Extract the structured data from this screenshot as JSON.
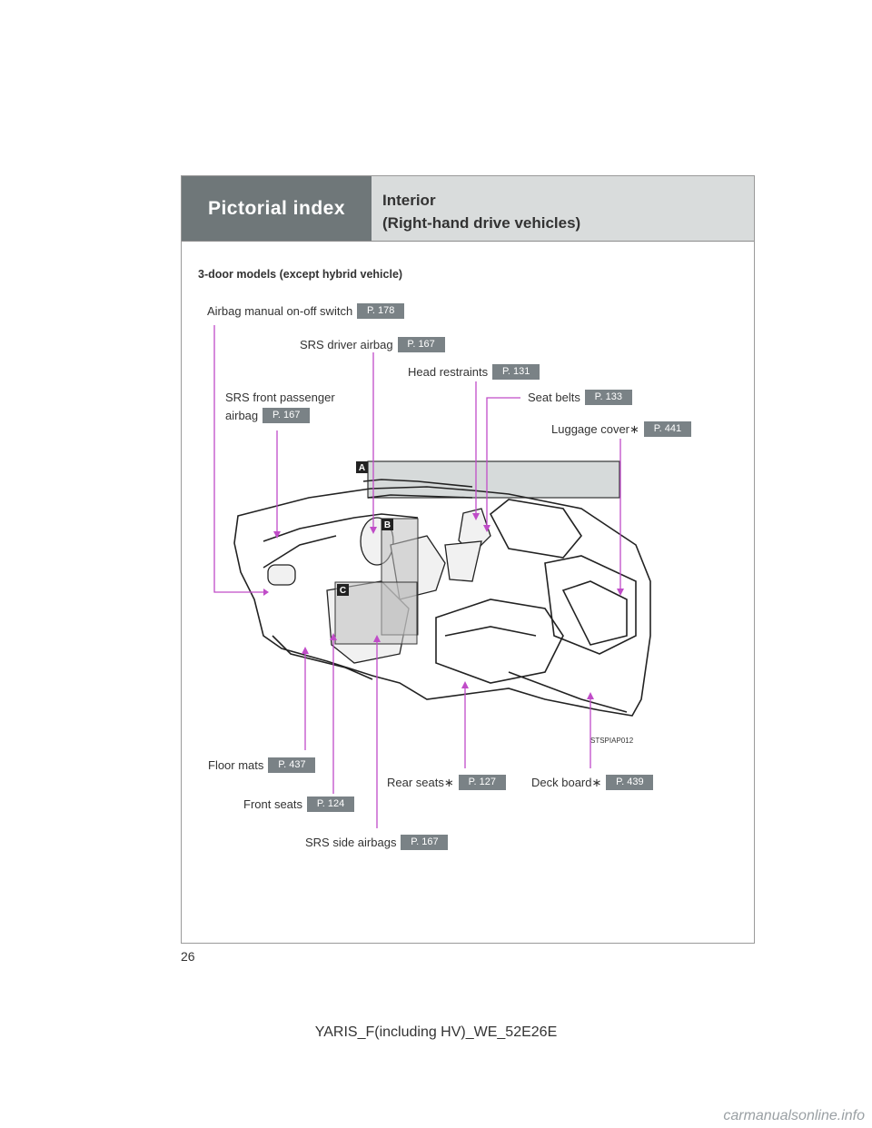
{
  "header": {
    "section": "Pictorial index",
    "title_line1": "Interior",
    "title_line2": "(Right-hand drive vehicles)"
  },
  "subheading": "3-door models (except hybrid vehicle)",
  "callouts": {
    "airbag_switch": {
      "label": "Airbag manual on-off switch",
      "ref": "P. 178"
    },
    "driver_airbag": {
      "label": "SRS driver airbag",
      "ref": "P. 167"
    },
    "head_restraints": {
      "label": "Head restraints",
      "ref": "P. 131"
    },
    "passenger_airbag": {
      "label_line1": "SRS front passenger",
      "label_line2": "airbag",
      "ref": "P. 167"
    },
    "seat_belts": {
      "label": "Seat belts",
      "ref": "P. 133"
    },
    "luggage_cover": {
      "label": "Luggage cover∗",
      "ref": "P. 441"
    },
    "floor_mats": {
      "label": "Floor mats",
      "ref": "P. 437"
    },
    "rear_seats": {
      "label": "Rear seats∗",
      "ref": "P. 127"
    },
    "deck_board": {
      "label": "Deck board∗",
      "ref": "P. 439"
    },
    "front_seats": {
      "label": "Front seats",
      "ref": "P. 124"
    },
    "side_airbags": {
      "label": "SRS side airbags",
      "ref": "P. 167"
    }
  },
  "diagram": {
    "markers": {
      "a": "A",
      "b": "B",
      "c": "C"
    },
    "image_code": "STSPIAP012",
    "accent_color": "#c04cc8"
  },
  "page_number": "26",
  "footer": "YARIS_F(including HV)_WE_52E26E",
  "watermark": "carmanualsonline.info"
}
